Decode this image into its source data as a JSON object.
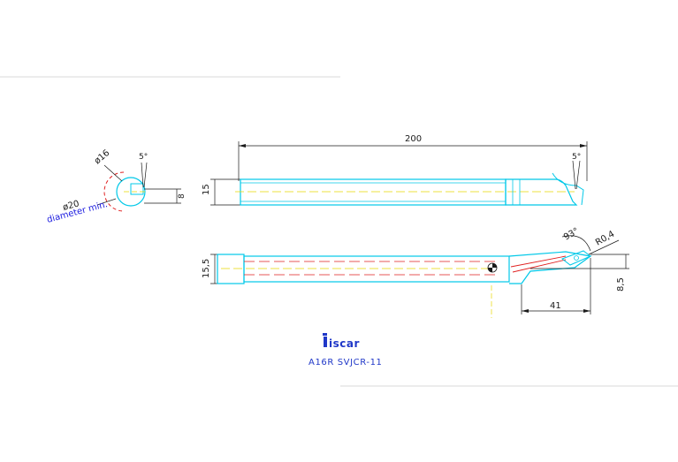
{
  "dimensions": {
    "overall_length": "200",
    "shank_height_top": "15",
    "shank_height_bottom": "15,5",
    "offset": "8",
    "offset_side": "8,5",
    "head_length": "41",
    "clearance_angle_left": "5°",
    "clearance_angle_right": "5°",
    "insert_angle": "93°",
    "nose_radius": "R0,4",
    "shank_diameter": "ø16",
    "min_bore": "ø20",
    "min_bore_note": "diameter min."
  },
  "title_block": {
    "brand": "iscar",
    "designation": "A16R SVJCR-11"
  },
  "colors": {
    "outline": "#00c8e8",
    "dimension": "#1a1a1a",
    "centerline": "#e8d800",
    "hidden": "#e02020",
    "note": "#2020e0",
    "brand": "#2038c8"
  }
}
